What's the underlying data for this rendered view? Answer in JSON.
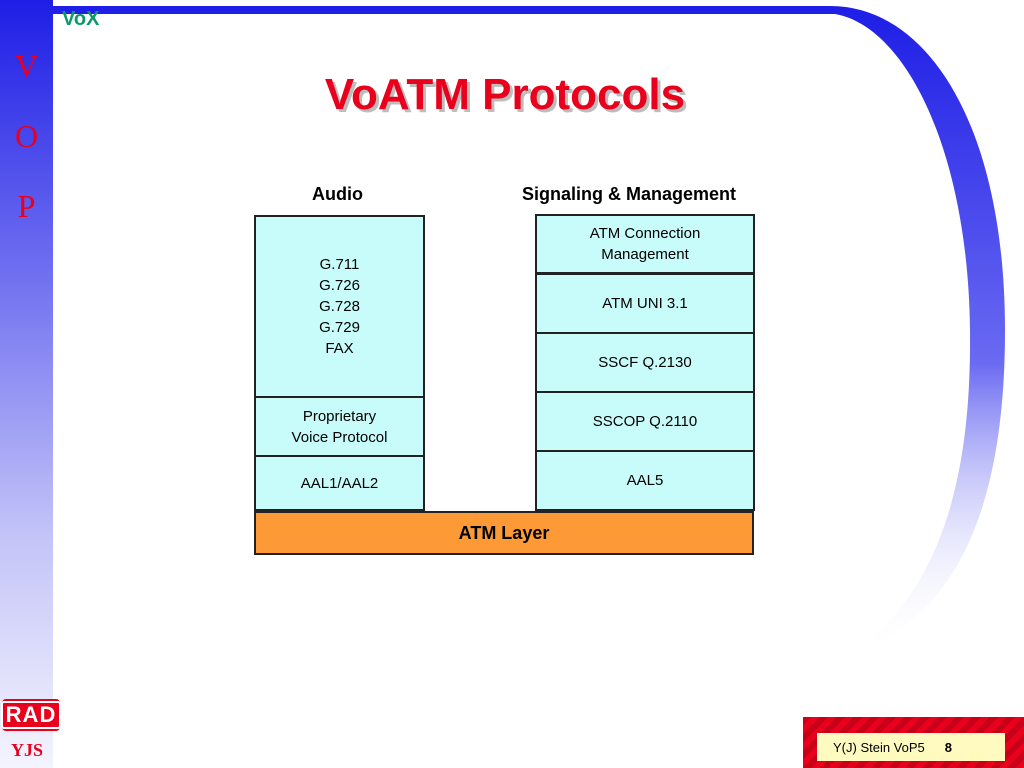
{
  "header": {
    "label": "VoX",
    "title": "VoATM Protocols"
  },
  "sidebar": {
    "letters": [
      "V",
      "O",
      "P"
    ]
  },
  "columns": {
    "audio": "Audio",
    "signaling": "Signaling & Management"
  },
  "audio_stack": {
    "codecs": [
      "G.711",
      "G.726",
      "G.728",
      "G.729",
      "FAX"
    ],
    "proprietary": [
      "Proprietary",
      "Voice Protocol"
    ],
    "aal": "AAL1/AAL2"
  },
  "signaling_stack": {
    "connection_mgmt": [
      "ATM Connection",
      "Management"
    ],
    "uni": "ATM UNI 3.1",
    "sscf": "SSCF Q.2130",
    "sscop": "SSCOP Q.2110",
    "aal5": "AAL5"
  },
  "atm_layer": "ATM Layer",
  "logo": {
    "text": "RAD",
    "initials": "YJS"
  },
  "footer": {
    "text": "Y(J) Stein VoP5",
    "page": "8"
  },
  "colors": {
    "title": "#e8001c",
    "box_fill": "#c8fcfa",
    "atm_fill": "#fd9a36",
    "arc": "#1e1ee6",
    "label": "#0a9a6a"
  }
}
